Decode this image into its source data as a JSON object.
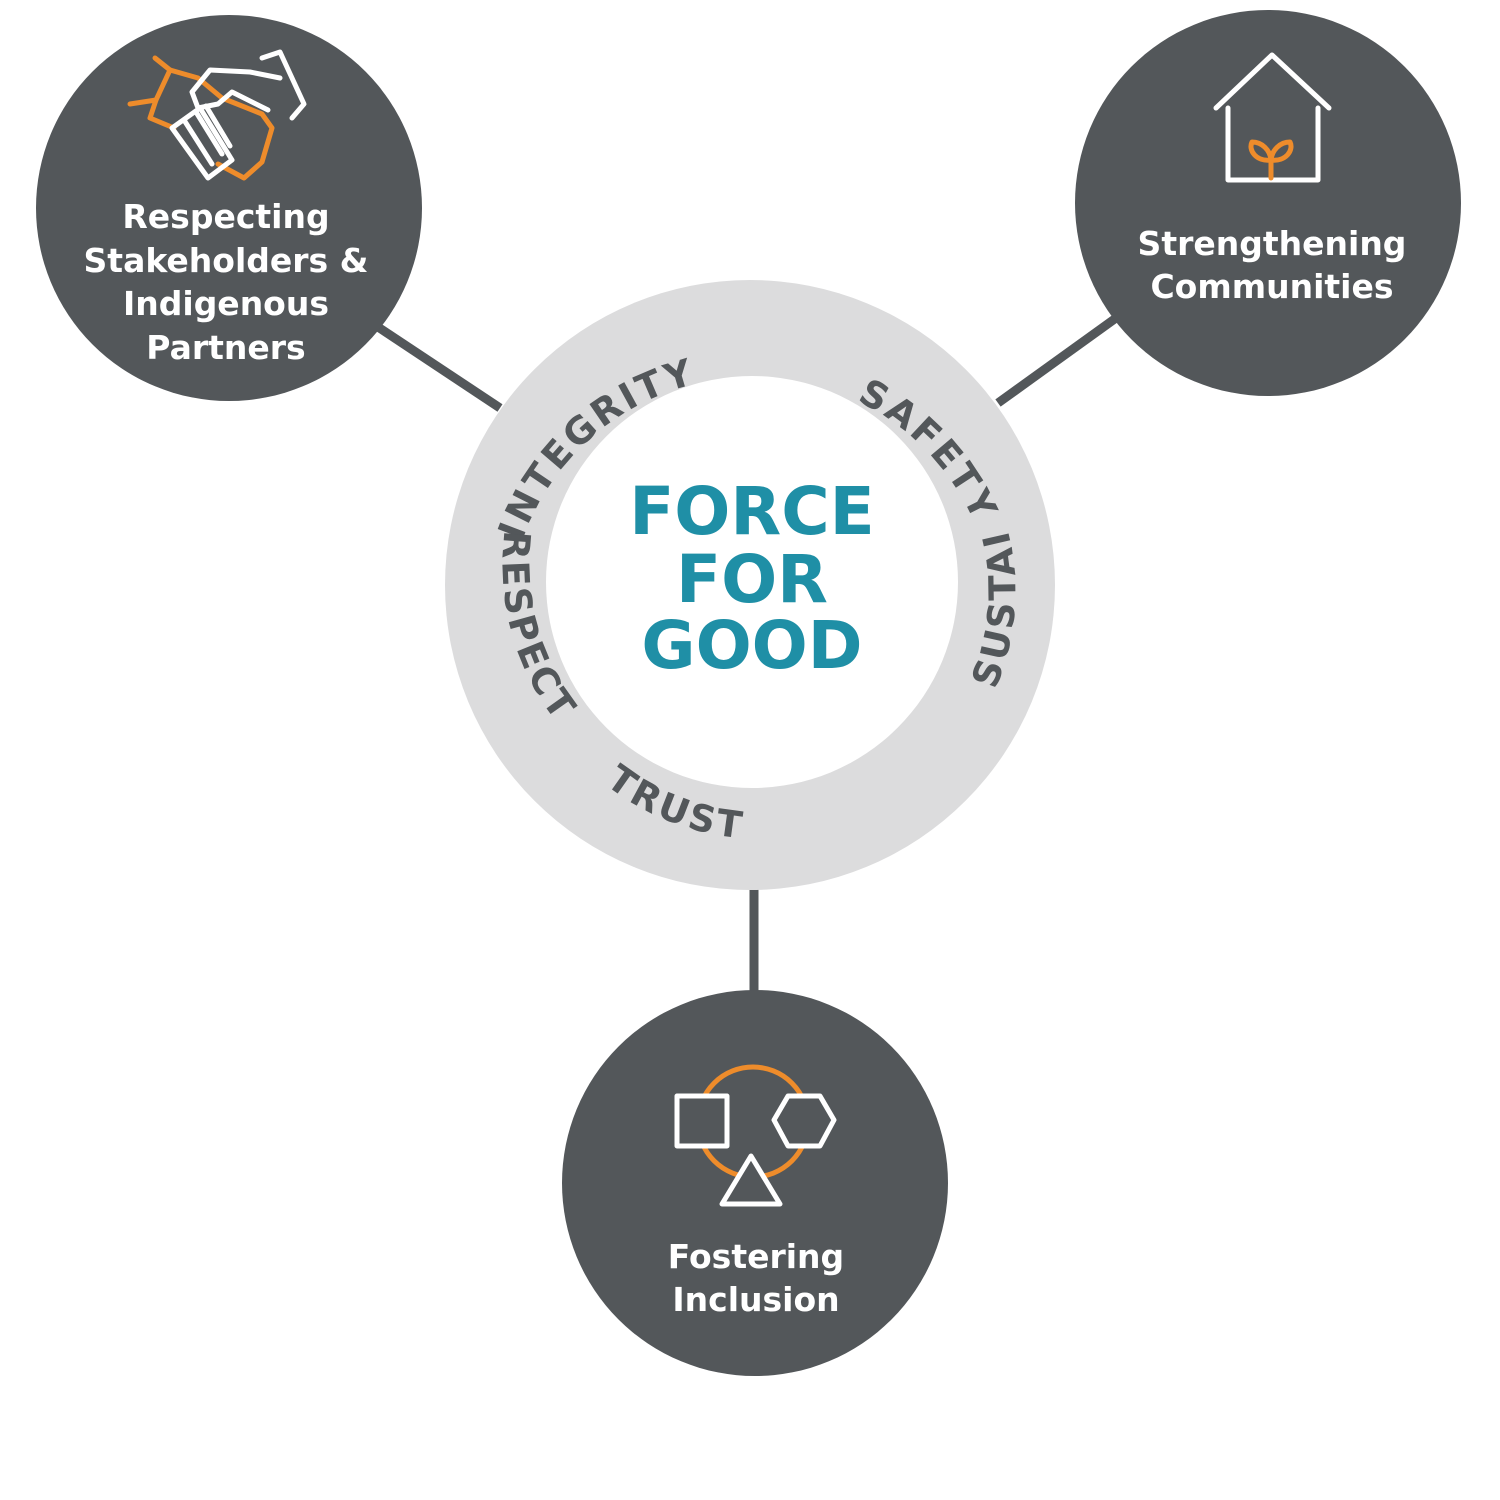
{
  "colors": {
    "pillar_fill": "#53575a",
    "ring_fill": "#dcdcdd",
    "center_text": "#1f8fa6",
    "accent": "#ee8c2b",
    "icon_white": "#ffffff",
    "value_text": "#53575a"
  },
  "center": {
    "lines": [
      "FORCE",
      "FOR",
      "GOOD"
    ]
  },
  "ring_values": [
    "INTEGRITY",
    "SAFETY",
    "SUSTAINABILITY",
    "TRUST",
    "RESPECT"
  ],
  "pillars": [
    {
      "icon": "handshake-icon",
      "lines": [
        "Respecting",
        "Stakeholders &",
        "Indigenous",
        "Partners"
      ]
    },
    {
      "icon": "house-sprout-icon",
      "lines": [
        "Strengthening",
        "Communities"
      ]
    },
    {
      "icon": "shapes-inclusion-icon",
      "lines": [
        "Fostering",
        "Inclusion"
      ]
    }
  ]
}
